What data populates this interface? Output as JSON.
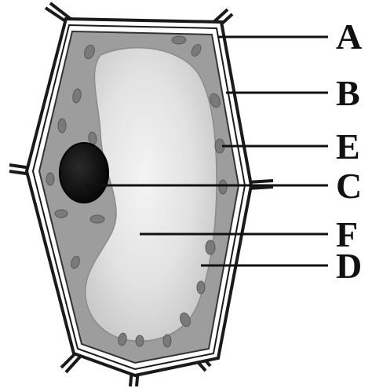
{
  "diagram": {
    "labels": {
      "A": "A",
      "B": "B",
      "E": "E",
      "C": "C",
      "F": "F",
      "D": "D"
    }
  }
}
